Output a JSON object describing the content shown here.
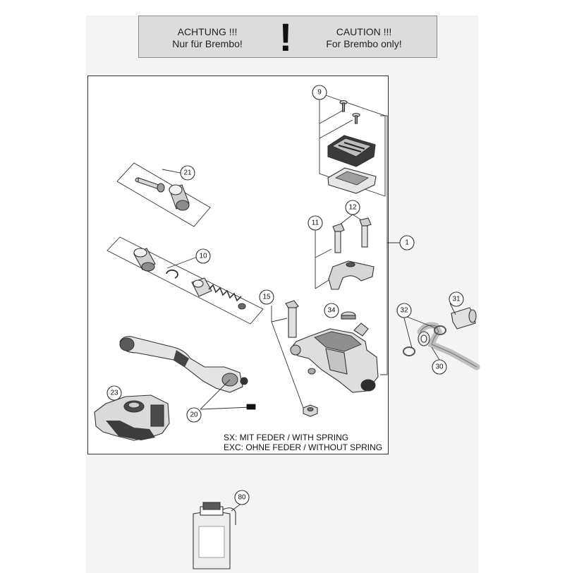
{
  "warning": {
    "german_title": "ACHTUNG !!!",
    "german_note": "Nur für Brembo!",
    "symbol": "!",
    "english_title": "CAUTION !!!",
    "english_note": "For Brembo only!"
  },
  "notes": {
    "sx": "SX: MIT FEDER / WITH SPRING",
    "exc": "EXC: OHNE FEDER / WITHOUT SPRING"
  },
  "callouts": {
    "c1": "1",
    "c9": "9",
    "c10": "10",
    "c11": "11",
    "c12": "12",
    "c15": "15",
    "c20": "20",
    "c21": "21",
    "c23": "23",
    "c30": "30",
    "c31": "31",
    "c32": "32",
    "c34": "34",
    "c80": "80"
  },
  "colors": {
    "sheet": "#f4f4f4",
    "banner": "#dcdcdc",
    "line": "#333333",
    "part_light": "#e2e2e2",
    "part_mid": "#b5b5b5",
    "part_dark": "#4a4a4a"
  }
}
